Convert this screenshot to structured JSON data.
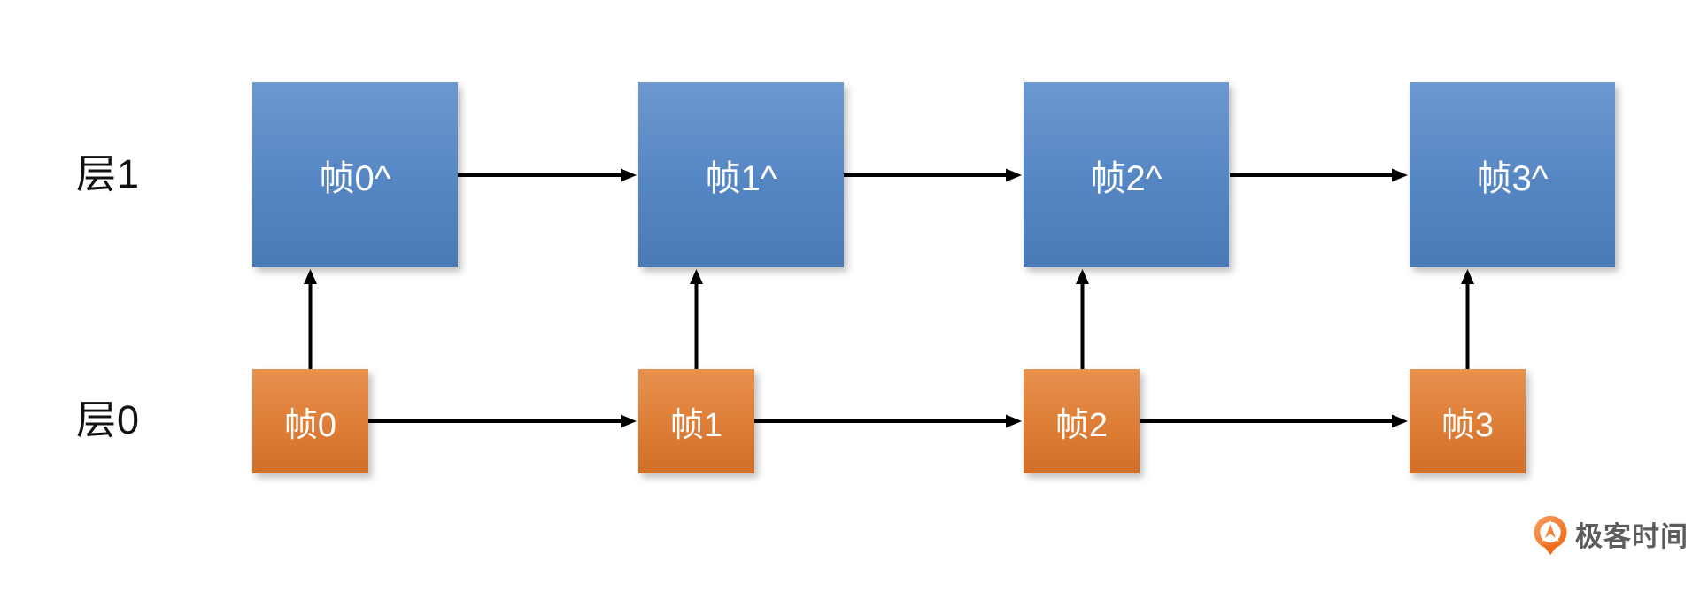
{
  "diagram": {
    "title_present": false,
    "layers": [
      {
        "name": "层0",
        "node_style": "orange",
        "node_color": "#dd7d36",
        "nodes": [
          {
            "label": "帧0"
          },
          {
            "label": "帧1"
          },
          {
            "label": "帧2"
          },
          {
            "label": "帧3"
          }
        ]
      },
      {
        "name": "层1",
        "node_style": "blue",
        "node_color": "#5586c4",
        "nodes": [
          {
            "label": "帧0^"
          },
          {
            "label": "帧1^"
          },
          {
            "label": "帧2^"
          },
          {
            "label": "帧3^"
          }
        ]
      }
    ],
    "edges": [
      {
        "from": "层1/帧0^",
        "to": "层1/帧1^",
        "type": "horizontal-right"
      },
      {
        "from": "层1/帧1^",
        "to": "层1/帧2^",
        "type": "horizontal-right"
      },
      {
        "from": "层1/帧2^",
        "to": "层1/帧3^",
        "type": "horizontal-right"
      },
      {
        "from": "层0/帧0",
        "to": "层0/帧1",
        "type": "horizontal-right"
      },
      {
        "from": "层0/帧1",
        "to": "层0/帧2",
        "type": "horizontal-right"
      },
      {
        "from": "层0/帧2",
        "to": "层0/帧3",
        "type": "horizontal-right"
      },
      {
        "from": "层0/帧0",
        "to": "层1/帧0^",
        "type": "vertical-up"
      },
      {
        "from": "层0/帧1",
        "to": "层1/帧1^",
        "type": "vertical-up"
      },
      {
        "from": "层0/帧2",
        "to": "层1/帧2^",
        "type": "vertical-up"
      },
      {
        "from": "层0/帧3",
        "to": "层1/帧3^",
        "type": "vertical-up"
      }
    ],
    "arrow_color": "#000000",
    "background_color": "#ffffff"
  },
  "branding": {
    "logo_text": "极客时间",
    "logo_orange": "#ee6c1c",
    "logo_orange_light": "#f69a58",
    "logo_text_color": "#5d5b5b"
  }
}
